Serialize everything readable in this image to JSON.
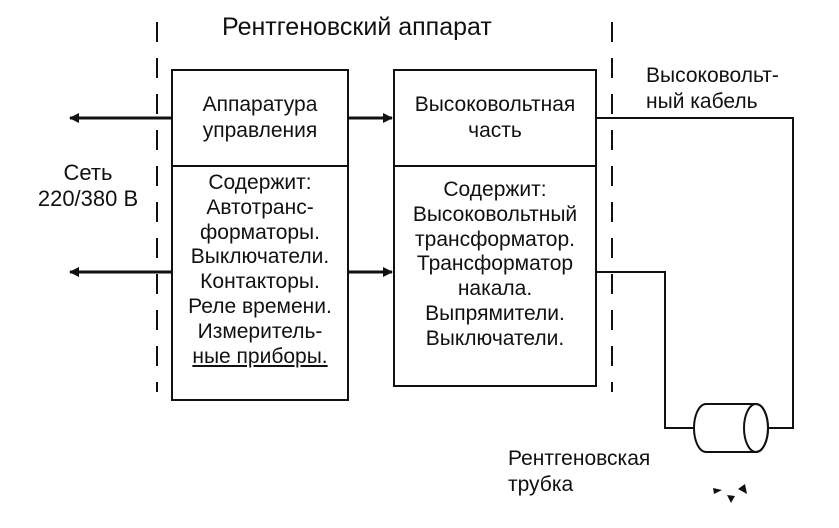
{
  "title": "Рентгеновский аппарат",
  "network_label": [
    "Сеть",
    "220/380 В"
  ],
  "control": {
    "heading": [
      "Аппаратура",
      "управления"
    ],
    "contents": [
      "Содержит:",
      "Автотранс-",
      "форматоры.",
      "Выключатели.",
      "Контакторы.",
      "Реле времени.",
      "Измеритель-",
      "ные приборы."
    ]
  },
  "high_voltage": {
    "heading": [
      "Высоковольтная",
      "часть"
    ],
    "contents": [
      "Содержит:",
      "Высоковольтный",
      "трансформатор.",
      "Трансформатор",
      "накала.",
      "Выпрямители.",
      "Выключатели."
    ]
  },
  "cable_label": [
    "Высоковольт-",
    "ный кабель"
  ],
  "tube_label": [
    "Рентгеновская",
    "трубка"
  ]
}
